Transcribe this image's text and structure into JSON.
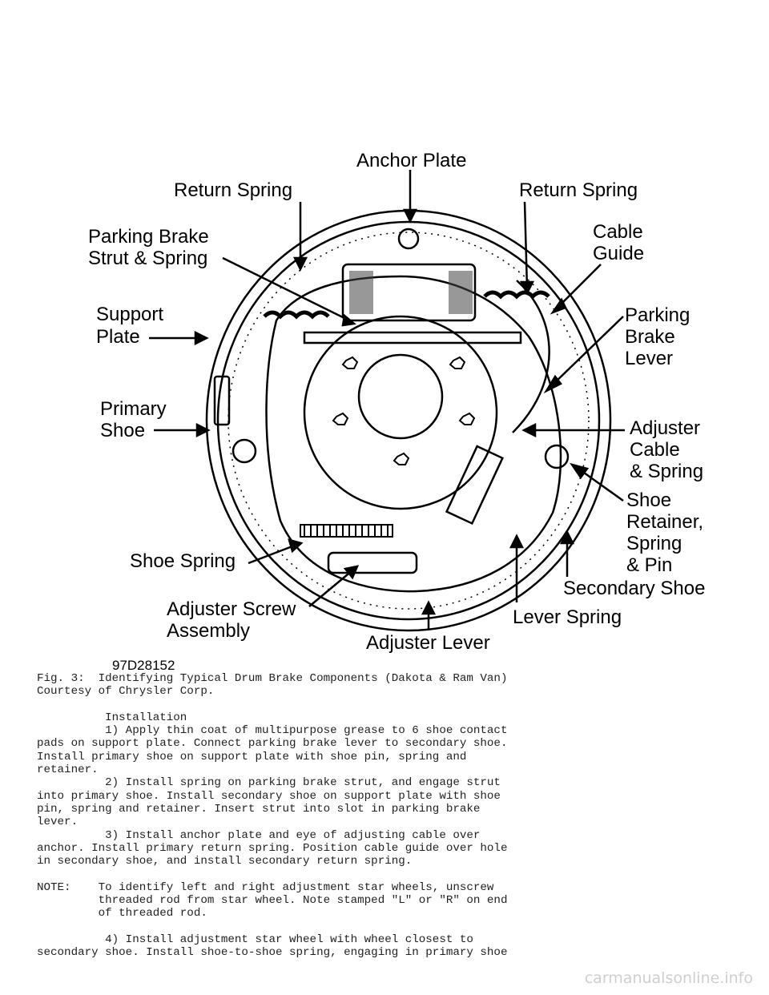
{
  "figure": {
    "labels": {
      "anchor_plate": "Anchor Plate",
      "return_spring_left": "Return Spring",
      "return_spring_right": "Return Spring",
      "parking_brake_strut_1": "Parking Brake",
      "parking_brake_strut_2": "Strut & Spring",
      "cable_guide_1": "Cable",
      "cable_guide_2": "Guide",
      "support_plate_1": "Support",
      "support_plate_2": "Plate",
      "parking_brake_lever_1": "Parking",
      "parking_brake_lever_2": "Brake",
      "parking_brake_lever_3": "Lever",
      "primary_shoe_1": "Primary",
      "primary_shoe_2": "Shoe",
      "adjuster_cable_1": "Adjuster",
      "adjuster_cable_2": "Cable",
      "adjuster_cable_3": "& Spring",
      "shoe_retainer_1": "Shoe",
      "shoe_retainer_2": "Retainer,",
      "shoe_retainer_3": "Spring",
      "shoe_retainer_4": "& Pin",
      "shoe_spring": "Shoe Spring",
      "secondary_shoe": "Secondary Shoe",
      "adjuster_screw_1": "Adjuster Screw",
      "adjuster_screw_2": "Assembly",
      "lever_spring": "Lever Spring",
      "adjuster_lever": "Adjuster Lever",
      "figure_code": "97D28152"
    }
  },
  "text": {
    "lines": [
      "Fig. 3:  Identifying Typical Drum Brake Components (Dakota & Ram Van)",
      "Courtesy of Chrysler Corp.",
      "",
      "          Installation",
      "          1) Apply thin coat of multipurpose grease to 6 shoe contact",
      "pads on support plate. Connect parking brake lever to secondary shoe.",
      "Install primary shoe on support plate with shoe pin, spring and",
      "retainer.",
      "          2) Install spring on parking brake strut, and engage strut",
      "into primary shoe. Install secondary shoe on support plate with shoe",
      "pin, spring and retainer. Insert strut into slot in parking brake",
      "lever.",
      "          3) Install anchor plate and eye of adjusting cable over",
      "anchor. Install primary return spring. Position cable guide over hole",
      "in secondary shoe, and install secondary return spring.",
      "",
      "NOTE:    To identify left and right adjustment star wheels, unscrew",
      "         threaded rod from star wheel. Note stamped \"L\" or \"R\" on end",
      "         of threaded rod.",
      "",
      "          4) Install adjustment star wheel with wheel closest to",
      "secondary shoe. Install shoe-to-shoe spring, engaging in primary shoe"
    ]
  },
  "watermark": "carmanualsonline.info"
}
